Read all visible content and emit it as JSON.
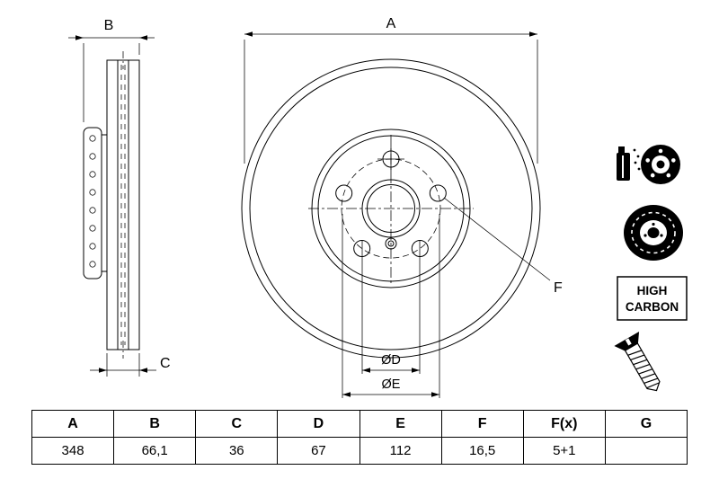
{
  "drawing": {
    "dim_a_label": "A",
    "dim_b_label": "B",
    "dim_c_label": "C",
    "dim_d_label": "ØD",
    "dim_e_label": "ØE",
    "dim_f_label": "F",
    "high_carbon": {
      "line1": "HIGH",
      "line2": "CARBON"
    }
  },
  "icons": [
    {
      "name": "spray-coating-icon"
    },
    {
      "name": "coated-disc-icon"
    },
    {
      "name": "high-carbon-badge"
    },
    {
      "name": "countersunk-screw-icon"
    }
  ],
  "table": {
    "headers": [
      "A",
      "B",
      "C",
      "D",
      "E",
      "F",
      "F(x)",
      "G"
    ],
    "values": [
      "348",
      "66,1",
      "36",
      "67",
      "112",
      "16,5",
      "5+1",
      ""
    ]
  },
  "colors": {
    "line": "#000000",
    "background": "#ffffff"
  }
}
